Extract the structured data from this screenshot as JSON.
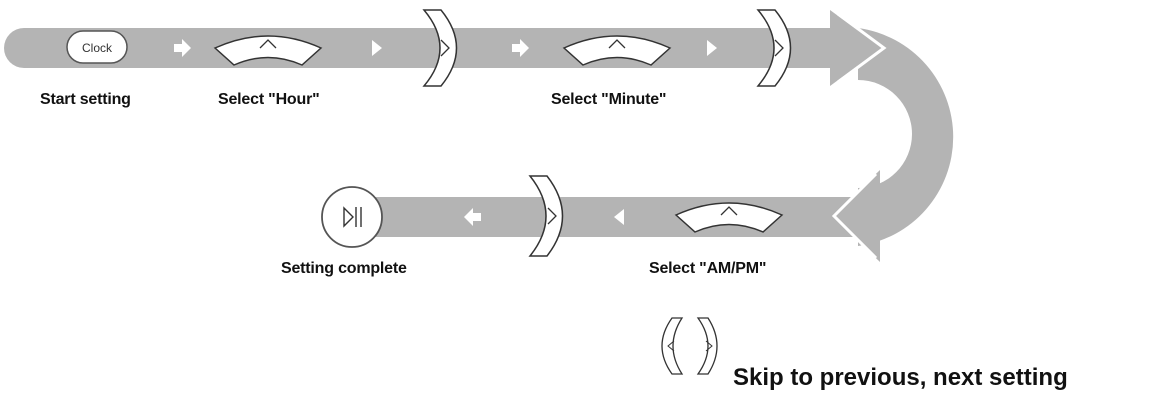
{
  "clock_button": {
    "label": "Clock"
  },
  "steps": {
    "start": "Start setting",
    "hour": "Select \"Hour\"",
    "minute": "Select \"Minute\"",
    "ampm": "Select \"AM/PM\"",
    "complete": "Setting complete"
  },
  "legend": {
    "skip_text": "Skip to previous, next setting"
  },
  "colors": {
    "band": "#b4b4b4",
    "arrow_white": "#ffffff",
    "outline": "#555555",
    "text": "#111111"
  },
  "icons": [
    "clock-button-icon",
    "up-button-icon",
    "right-button-icon",
    "play-pause-button-icon",
    "left-button-icon",
    "arrow-right-icon",
    "triangle-right-icon",
    "arrow-left-icon",
    "triangle-left-icon"
  ]
}
